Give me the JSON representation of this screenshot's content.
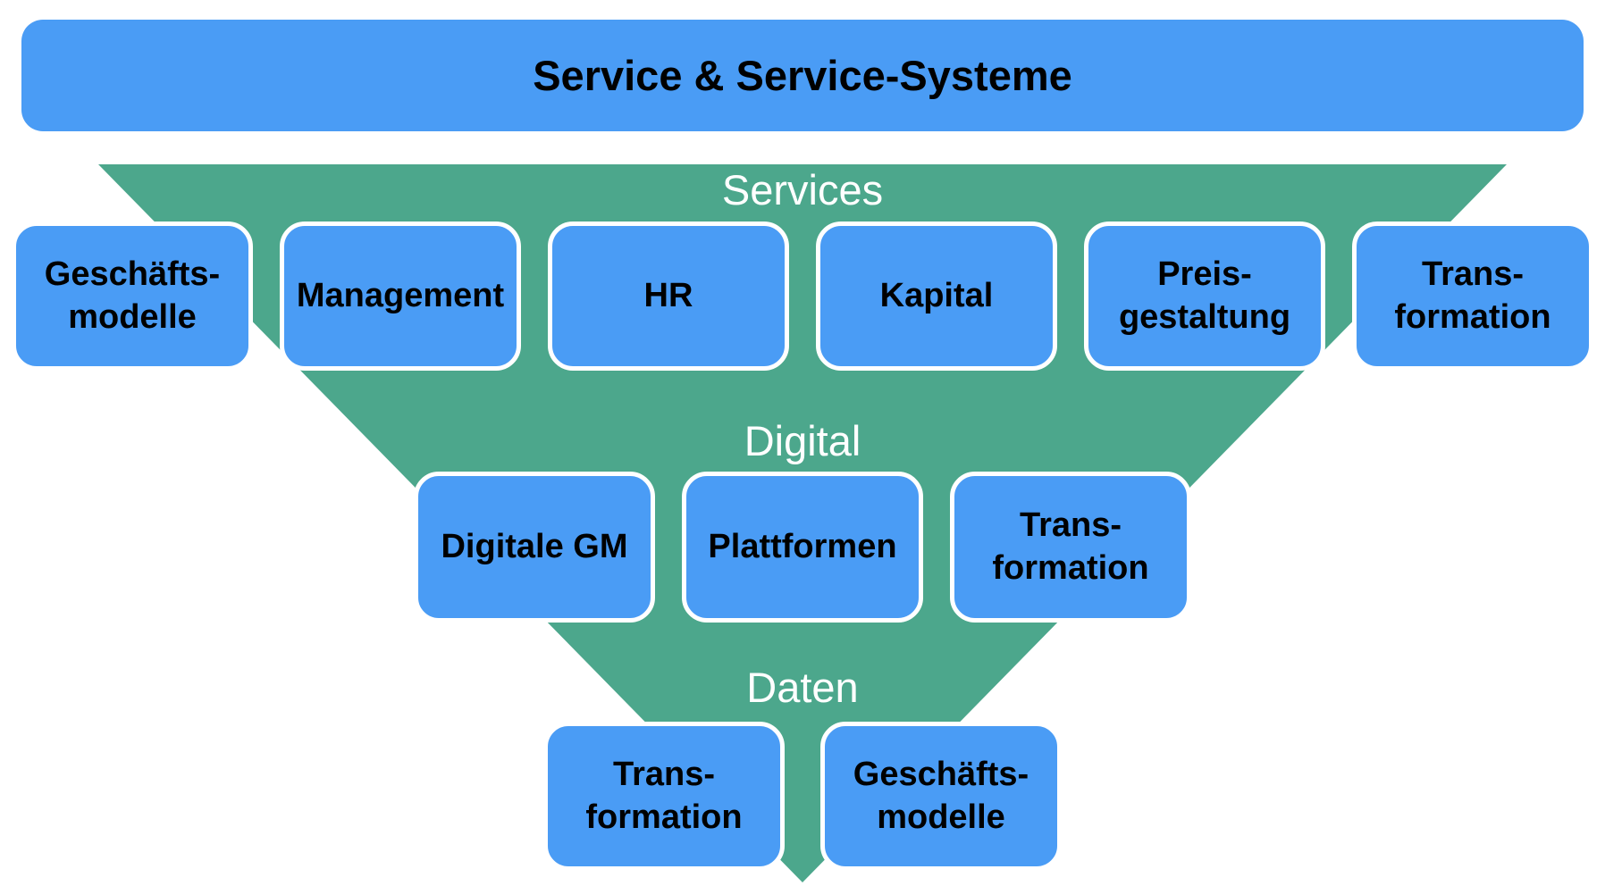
{
  "title": "Service & Service-Systeme",
  "colors": {
    "blue": "#4A9CF5",
    "green": "#4CA78C",
    "box_text": "#000000",
    "level_text": "#ffffff"
  },
  "funnel": {
    "levels": [
      {
        "label": "Services",
        "boxes": [
          "Geschäfts-\nmodelle",
          "Management",
          "HR",
          "Kapital",
          "Preis-\ngestaltung",
          "Trans-\nformation"
        ]
      },
      {
        "label": "Digital",
        "boxes": [
          "Digitale GM",
          "Plattformen",
          "Trans-\nformation"
        ]
      },
      {
        "label": "Daten",
        "boxes": [
          "Trans-\nformation",
          "Geschäfts-\nmodelle"
        ]
      }
    ]
  }
}
